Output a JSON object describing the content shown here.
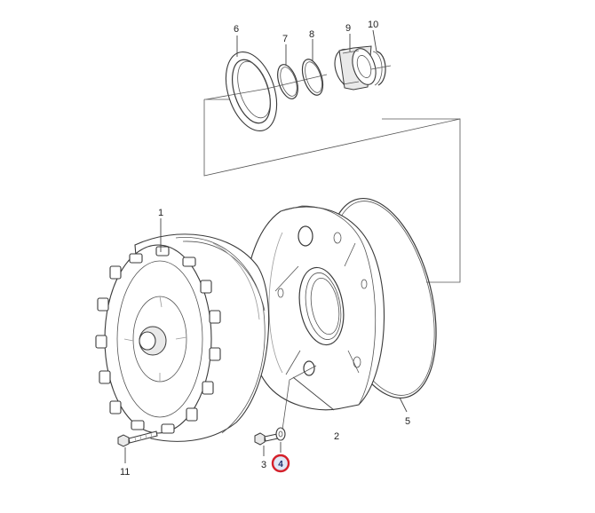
{
  "callouts": {
    "c1": "1",
    "c2": "2",
    "c3": "3",
    "c4": "4",
    "c5": "5",
    "c6": "6",
    "c7": "7",
    "c8": "8",
    "c9": "9",
    "c10": "10",
    "c11": "11"
  },
  "highlighted_callout": "4",
  "colors": {
    "line": "#3a3a3a",
    "highlight_ring": "#d4202a",
    "highlight_fill": "#dfe7f5"
  }
}
